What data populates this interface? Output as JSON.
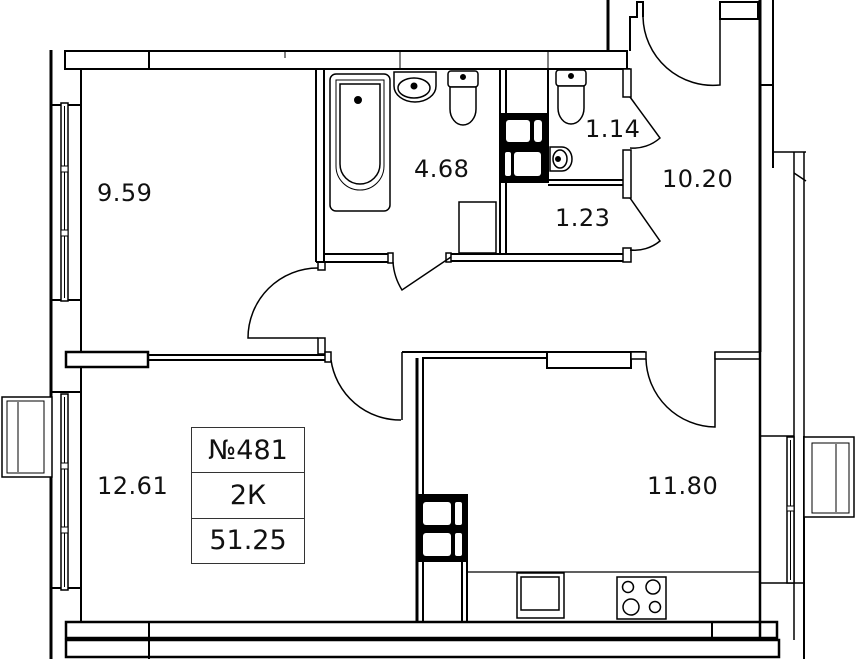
{
  "plan": {
    "type": "apartment-floor-plan",
    "line_color": "#000000",
    "background": "#ffffff"
  },
  "apartment": {
    "number": "№481",
    "rooms": "2К",
    "total_area": "51.25"
  },
  "rooms": {
    "bedroom_top_left": "9.59",
    "bathroom": "4.68",
    "toilet": "1.14",
    "storage": "1.23",
    "hallway": "10.20",
    "bedroom_bottom_left": "12.61",
    "kitchen": "11.80"
  },
  "fixtures": [
    "bathtub",
    "sink",
    "toilet",
    "toilet",
    "washing-machine",
    "wall-sink",
    "kitchen-sink",
    "stove",
    "radiator-block",
    "radiator-block"
  ]
}
